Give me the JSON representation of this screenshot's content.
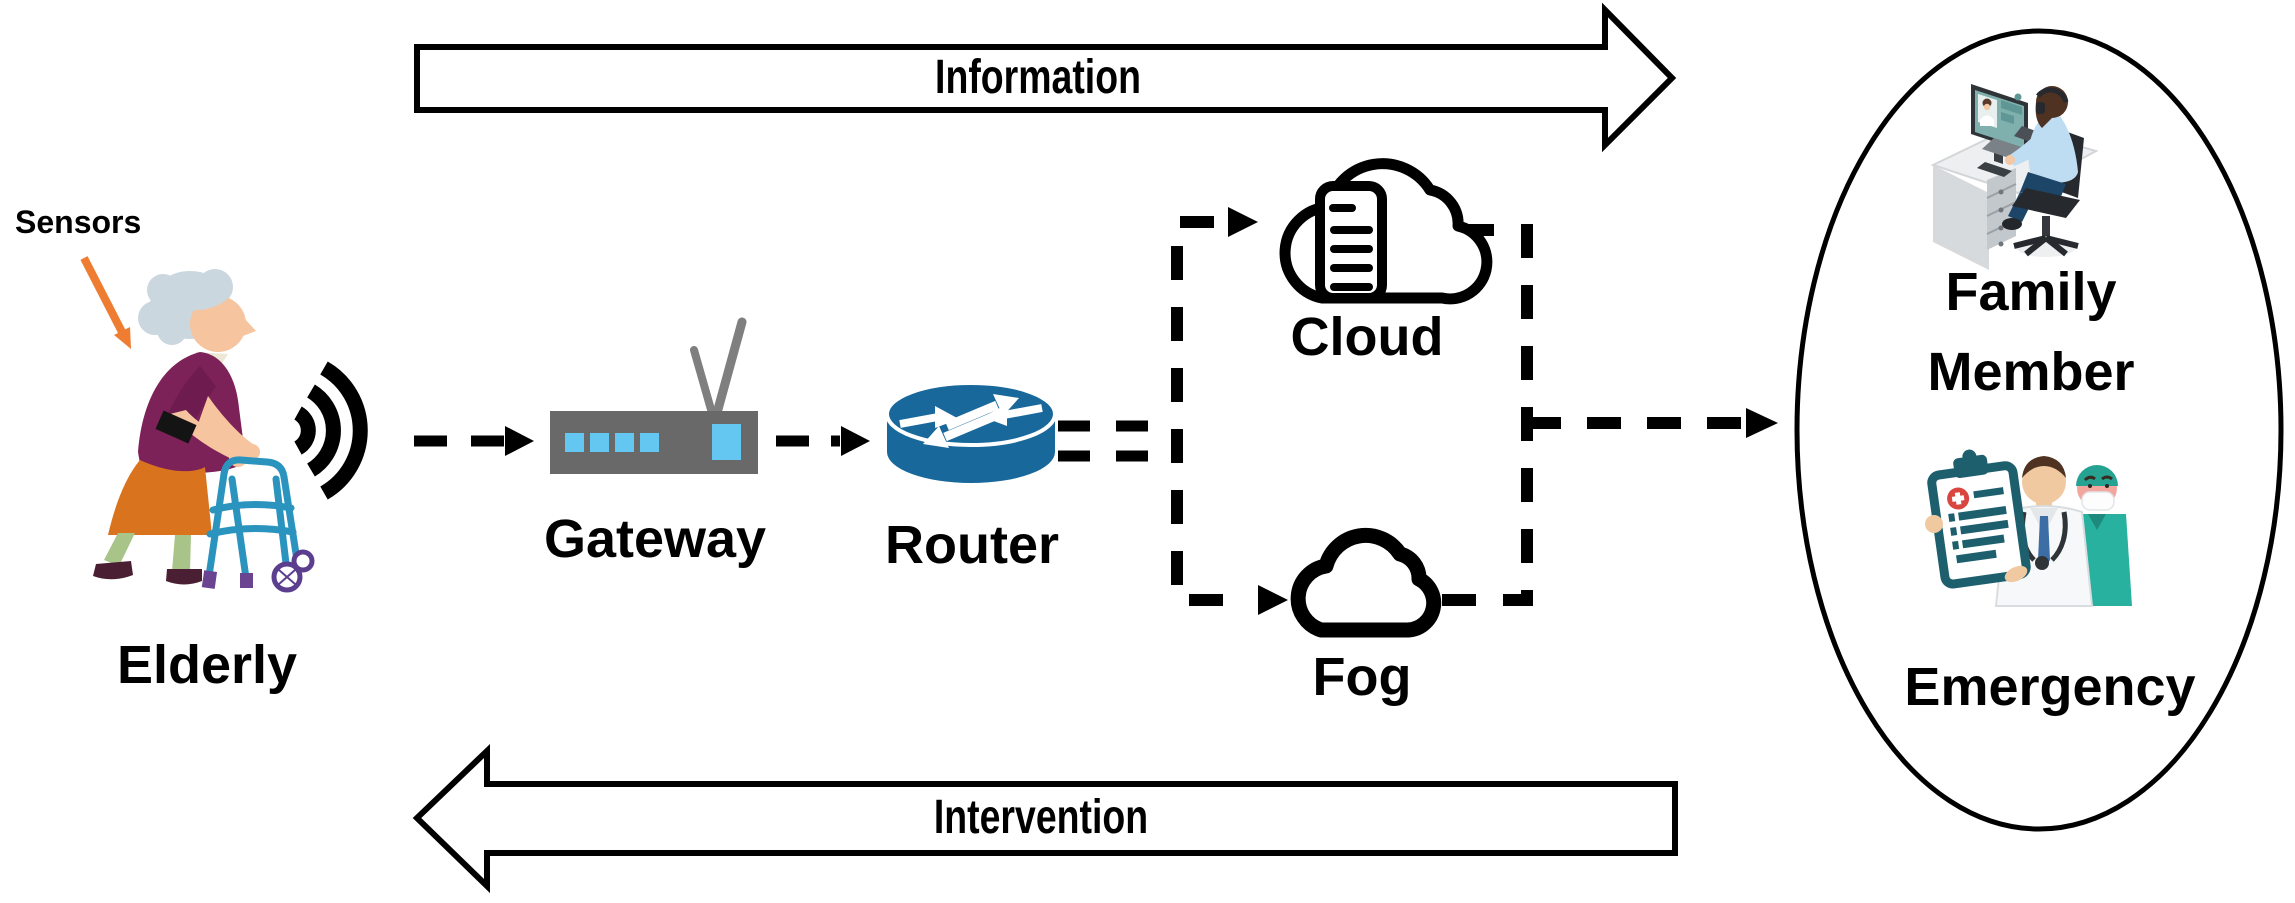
{
  "diagram": {
    "information_flow": {
      "label": "Information",
      "direction": "left-to-right"
    },
    "intervention_flow": {
      "label": "Intervention",
      "direction": "right-to-left"
    },
    "sensors": {
      "label": "Sensors"
    },
    "elderly": {
      "label": "Elderly"
    },
    "gateway": {
      "label": "Gateway"
    },
    "router": {
      "label": "Router"
    },
    "cloud": {
      "label": "Cloud"
    },
    "fog": {
      "label": "Fog"
    },
    "family_member": {
      "label_line1": "Family",
      "label_line2": "Member"
    },
    "emergency": {
      "label": "Emergency"
    },
    "icons": {
      "sensors-pointer-icon": "orange arrow pointing to armband sensor",
      "wifi-signal-icon": "three black signal arcs",
      "elderly-walker-icon": "elderly woman pushing walker",
      "gateway-icon": "gray wireless gateway with antennas and blue LEDs",
      "router-icon": "blue cylinder router with white routing arrows",
      "cloud-server-icon": "cloud outline containing server",
      "fog-cloud-icon": "bold cloud outline",
      "family-computer-icon": "person at desk on video call",
      "medical-team-icon": "doctor with medical clipboard and surgeon"
    },
    "colors": {
      "line_black": "#000000",
      "sensors_arrow_orange": "#EE7D31",
      "gateway_gray": "#696969",
      "led_blue": "#63C7F2",
      "router_blue": "#19689B",
      "blouse_purple": "#7D2159",
      "skirt_orange": "#D9731E",
      "walker_teal": "#2B94BE",
      "scrubs_teal": "#29B1A0",
      "clipboard_teal": "#1E5F6E",
      "shirt_light_blue": "#BFDDF2"
    }
  }
}
